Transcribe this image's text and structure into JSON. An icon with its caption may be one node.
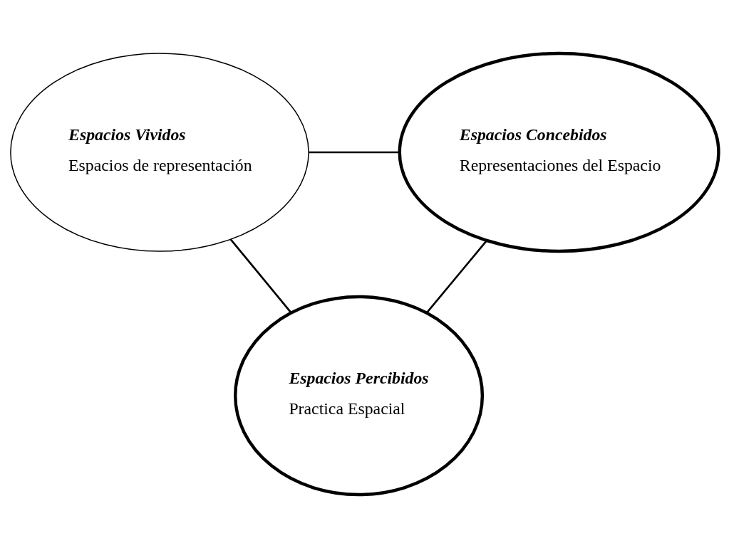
{
  "diagram": {
    "nodes": [
      {
        "text": [
          "Espacios Vividos",
          "Espacios de representación"
        ]
      },
      {
        "text": [
          "Espacios Concebidos",
          "Representaciones del Espacio"
        ]
      },
      {
        "text": [
          "Espacios Percibidos",
          "Practica Espacial"
        ]
      }
    ],
    "edges": [
      {
        "from": 0,
        "to": 1,
        "arrow": "none"
      },
      {
        "from": 0,
        "to": 2,
        "arrow": "none"
      },
      {
        "from": 1,
        "to": 2,
        "arrow": "none"
      }
    ]
  }
}
